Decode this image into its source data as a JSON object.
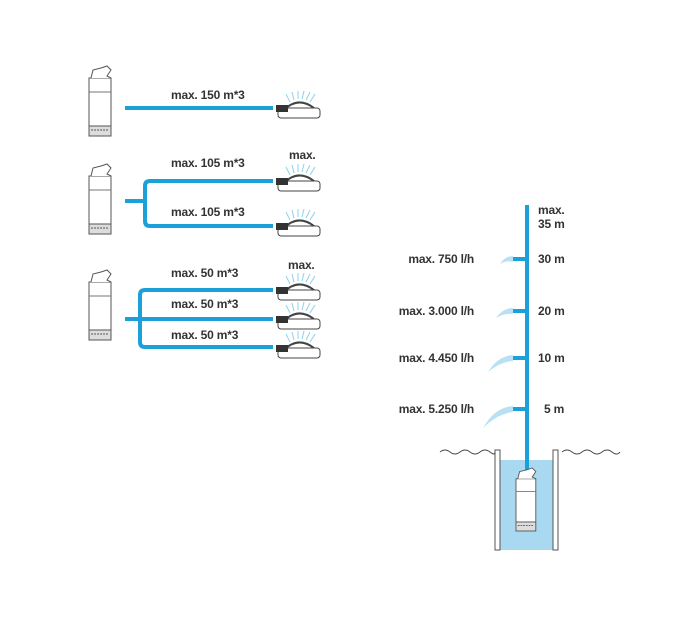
{
  "colors": {
    "pipe": "#1ba1d9",
    "water": "#a9d9f0",
    "text": "#333333"
  },
  "garden": {
    "groups": [
      {
        "labels": [
          "max. 150 m*3"
        ],
        "max_note": ""
      },
      {
        "labels": [
          "max. 105 m*3",
          "max. 105 m*3"
        ],
        "max_note": "max."
      },
      {
        "labels": [
          "max. 50 m*3",
          "max. 50 m*3",
          "max. 50 m*3"
        ],
        "max_note": "max."
      }
    ]
  },
  "well": {
    "top_label": [
      "max.",
      "35 m"
    ],
    "levels": [
      {
        "height": "30 m",
        "flow": "max. 750 l/h"
      },
      {
        "height": "20 m",
        "flow": "max. 3.000 l/h"
      },
      {
        "height": "10 m",
        "flow": "max. 4.450 l/h"
      },
      {
        "height": "5 m",
        "flow": "max. 5.250 l/h"
      }
    ]
  }
}
